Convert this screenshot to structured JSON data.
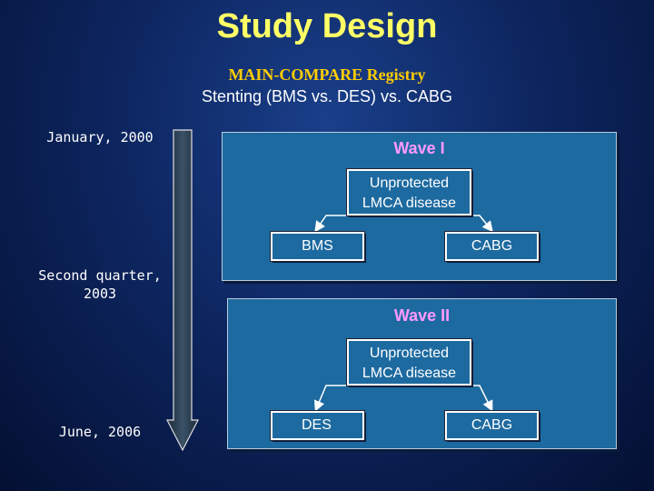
{
  "title": "Study Design",
  "registry": "MAIN-COMPARE Registry",
  "comparison": "Stenting (BMS vs. DES) vs. CABG",
  "timeline": {
    "start": "January, 2000",
    "middle_line1": "Second quarter,",
    "middle_line2": "2003",
    "end": "June, 2006"
  },
  "wave1": {
    "title": "Wave I",
    "root_line1": "Unprotected",
    "root_line2": "LMCA disease",
    "left": "BMS",
    "right": "CABG"
  },
  "wave2": {
    "title": "Wave II",
    "root_line1": "Unprotected",
    "root_line2": "LMCA disease",
    "left": "DES",
    "right": "CABG"
  }
}
